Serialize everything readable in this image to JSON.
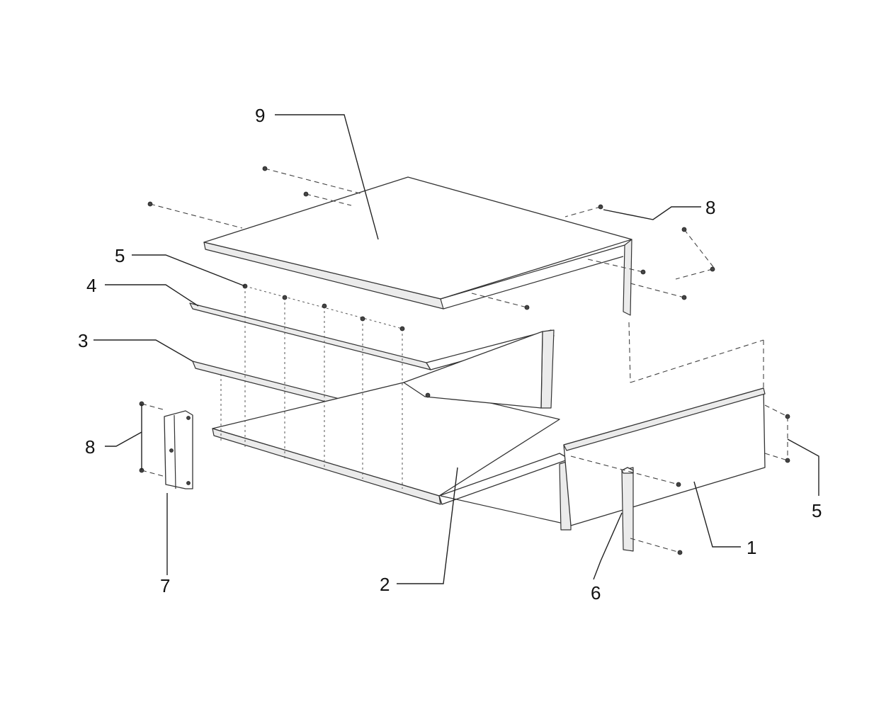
{
  "diagram": {
    "callouts": [
      {
        "id": "callout-9",
        "label": "9"
      },
      {
        "id": "callout-8-top",
        "label": "8"
      },
      {
        "id": "callout-5-left",
        "label": "5"
      },
      {
        "id": "callout-4",
        "label": "4"
      },
      {
        "id": "callout-3",
        "label": "3"
      },
      {
        "id": "callout-8-left",
        "label": "8"
      },
      {
        "id": "callout-7",
        "label": "7"
      },
      {
        "id": "callout-2",
        "label": "2"
      },
      {
        "id": "callout-6",
        "label": "6"
      },
      {
        "id": "callout-1",
        "label": "1"
      },
      {
        "id": "callout-5-right",
        "label": "5"
      }
    ]
  }
}
